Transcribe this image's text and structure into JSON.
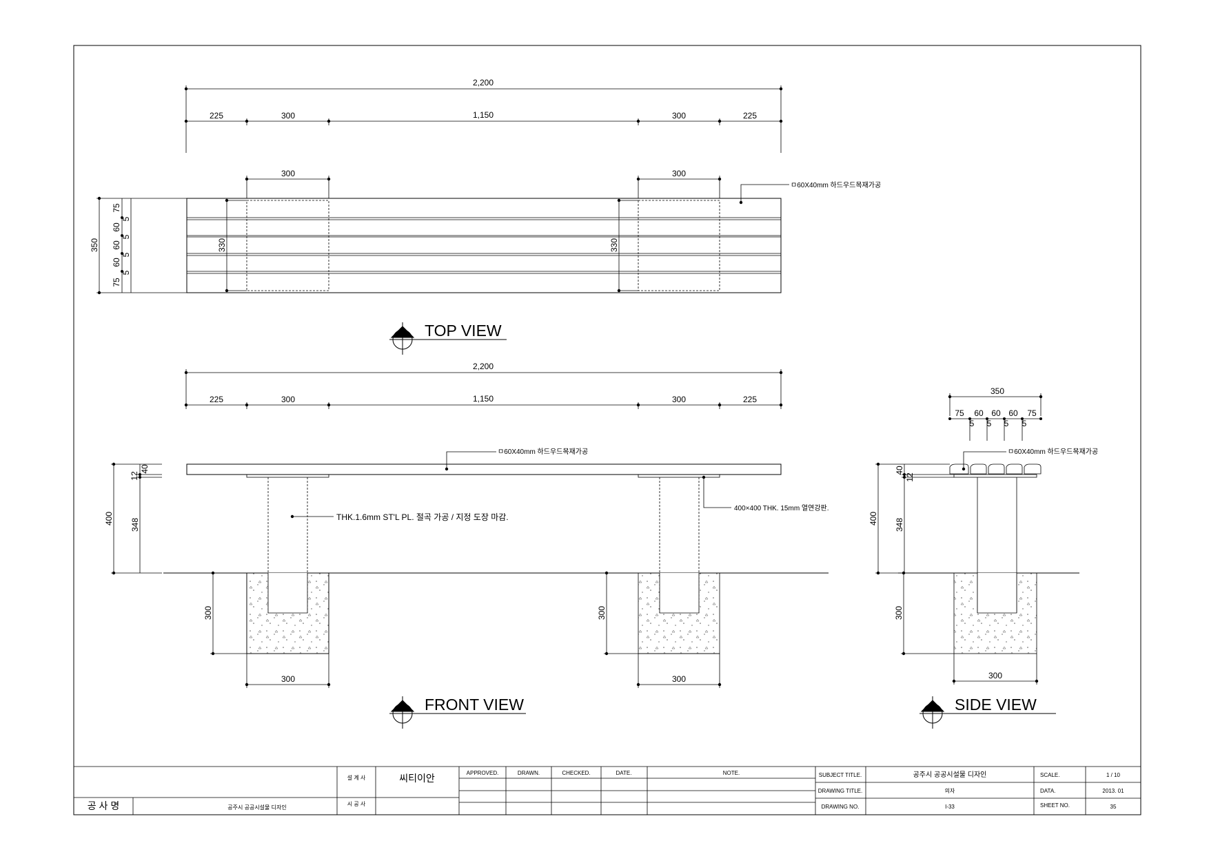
{
  "views": {
    "top": "TOP VIEW",
    "front": "FRONT VIEW",
    "side": "SIDE VIEW"
  },
  "dims": {
    "total": "2,200",
    "end": "225",
    "leg": "300",
    "span": "1,150",
    "depth": "350",
    "inner": "330",
    "slat_edge": "75",
    "slat_mid": "60",
    "gap": "5",
    "h_total": "400",
    "h_post": "348",
    "h_plate": "12",
    "h_seat": "40",
    "footing": "300"
  },
  "notes": {
    "wood": "ㅁ60X40mm 하드우드목재가공",
    "post": "THK.1.6mm ST'L PL. 절곡 가공 / 지정 도장 마감.",
    "plate": "400×400 THK. 15mm 열연강판."
  },
  "title_block": {
    "owner_label": "공 사 명",
    "owner_value": "공주시 공공시설물 디자인",
    "designer_label": "설 계 사",
    "designer_value": "씨티이안",
    "builder_label": "시 공 사",
    "builder_value": "",
    "approved": "APPROVED.",
    "drawn": "DRAWN.",
    "checked": "CHECKED.",
    "date": "DATE.",
    "note": "NOTE.",
    "subject_label": "SUBJECT TITLE.",
    "subject_value": "공주시 공공시설물 디자인",
    "drawing_title_label": "DRAWING TITLE.",
    "drawing_title_value": "의자",
    "drawing_no_label": "DRAWING NO.",
    "drawing_no_value": "I-33",
    "scale_label": "SCALE.",
    "scale_value": "1 / 10",
    "data_label": "DATA.",
    "data_value": "2013. 01",
    "sheet_label": "SHEET NO.",
    "sheet_value": "35"
  }
}
